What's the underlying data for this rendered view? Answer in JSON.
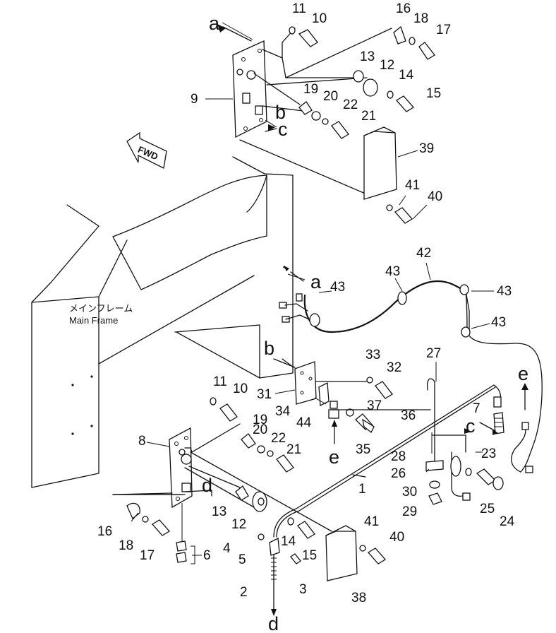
{
  "labels": {
    "main_frame_jp": "メインフレーム",
    "main_frame_en": "Main Frame",
    "fwd": "FWD"
  },
  "letters": {
    "a": "a",
    "b": "b",
    "c": "c",
    "d": "d",
    "e": "e"
  },
  "parts": {
    "p1": "1",
    "p2": "2",
    "p3": "3",
    "p4": "4",
    "p5": "5",
    "p6": "6",
    "p7": "7",
    "p8": "8",
    "p9": "9",
    "p10": "10",
    "p11": "11",
    "p12": "12",
    "p13": "13",
    "p14": "14",
    "p15": "15",
    "p16": "16",
    "p17": "17",
    "p18": "18",
    "p19": "19",
    "p20": "20",
    "p21": "21",
    "p22": "22",
    "p23": "23",
    "p24": "24",
    "p25": "25",
    "p26": "26",
    "p27": "27",
    "p28": "28",
    "p29": "29",
    "p30": "30",
    "p31": "31",
    "p32": "32",
    "p33": "33",
    "p34": "34",
    "p35": "35",
    "p36": "36",
    "p37": "37",
    "p38": "38",
    "p39": "39",
    "p40": "40",
    "p41": "41",
    "p42": "42",
    "p43": "43",
    "p44": "44"
  }
}
